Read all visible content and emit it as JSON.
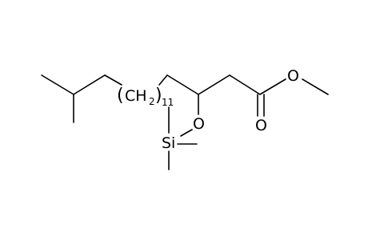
{
  "molecule": {
    "atoms": {
      "o_ether": "O",
      "o_ester": "O",
      "o_carbonyl": "O",
      "silicon": "Si",
      "ch2_group": "CH",
      "ch2_subscript_2": "2",
      "repeat_count": "11",
      "paren_open": "(",
      "paren_close": ")"
    }
  }
}
